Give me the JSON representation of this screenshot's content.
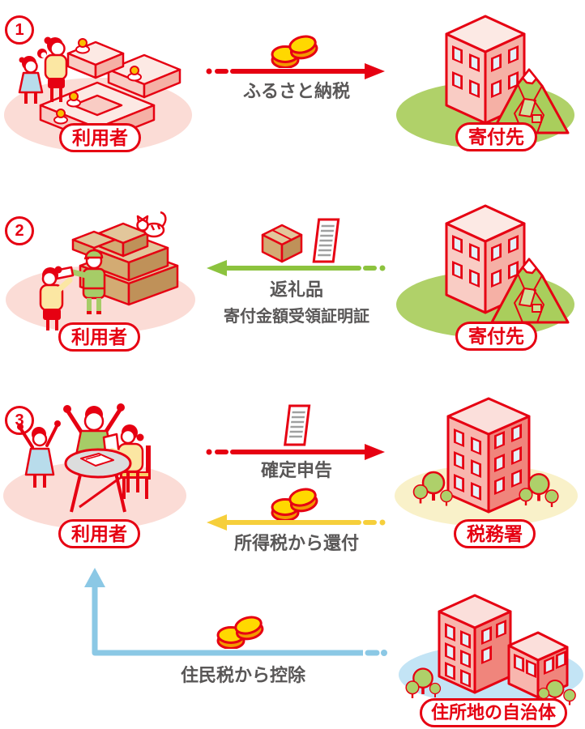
{
  "colors": {
    "red": "#e60012",
    "text_gray": "#595757",
    "green_arrow": "#8cc33e",
    "yellow_arrow": "#f6cf3b",
    "blue_arrow": "#8bc8e5",
    "pink_ground": "#fbdcd6",
    "green_ground": "#b0d169",
    "cream_ground": "#f9f1c9",
    "blue_ground": "#c3e4f5",
    "coin_yellow": "#ffd800",
    "coin_orange": "#f39800"
  },
  "steps": [
    {
      "badge": "1",
      "left_actor": {
        "label": "利用者"
      },
      "right_actor": {
        "label": "寄付先"
      },
      "arrows": [
        {
          "label": "ふるさと納税",
          "icon": "coins",
          "direction": "right",
          "color": "#e60012"
        }
      ]
    },
    {
      "badge": "2",
      "left_actor": {
        "label": "利用者"
      },
      "right_actor": {
        "label": "寄付先"
      },
      "arrows": [
        {
          "label": "返礼品",
          "label2": "寄付金額受領証明証",
          "icons": [
            "gift-box",
            "document"
          ],
          "direction": "left",
          "color": "#8cc33e"
        }
      ]
    },
    {
      "badge": "3",
      "left_actor": {
        "label": "利用者"
      },
      "right_actor": {
        "label": "税務署"
      },
      "arrows": [
        {
          "label": "確定申告",
          "icon": "document",
          "direction": "right",
          "color": "#e60012"
        },
        {
          "label": "所得税から還付",
          "icon": "coins",
          "direction": "left",
          "color": "#f6cf3b"
        }
      ]
    },
    {
      "right_actor": {
        "label": "住所地の自治体"
      },
      "arrows": [
        {
          "label": "住民税から控除",
          "icon": "coins",
          "direction": "up-left",
          "color": "#8bc8e5"
        }
      ]
    }
  ]
}
